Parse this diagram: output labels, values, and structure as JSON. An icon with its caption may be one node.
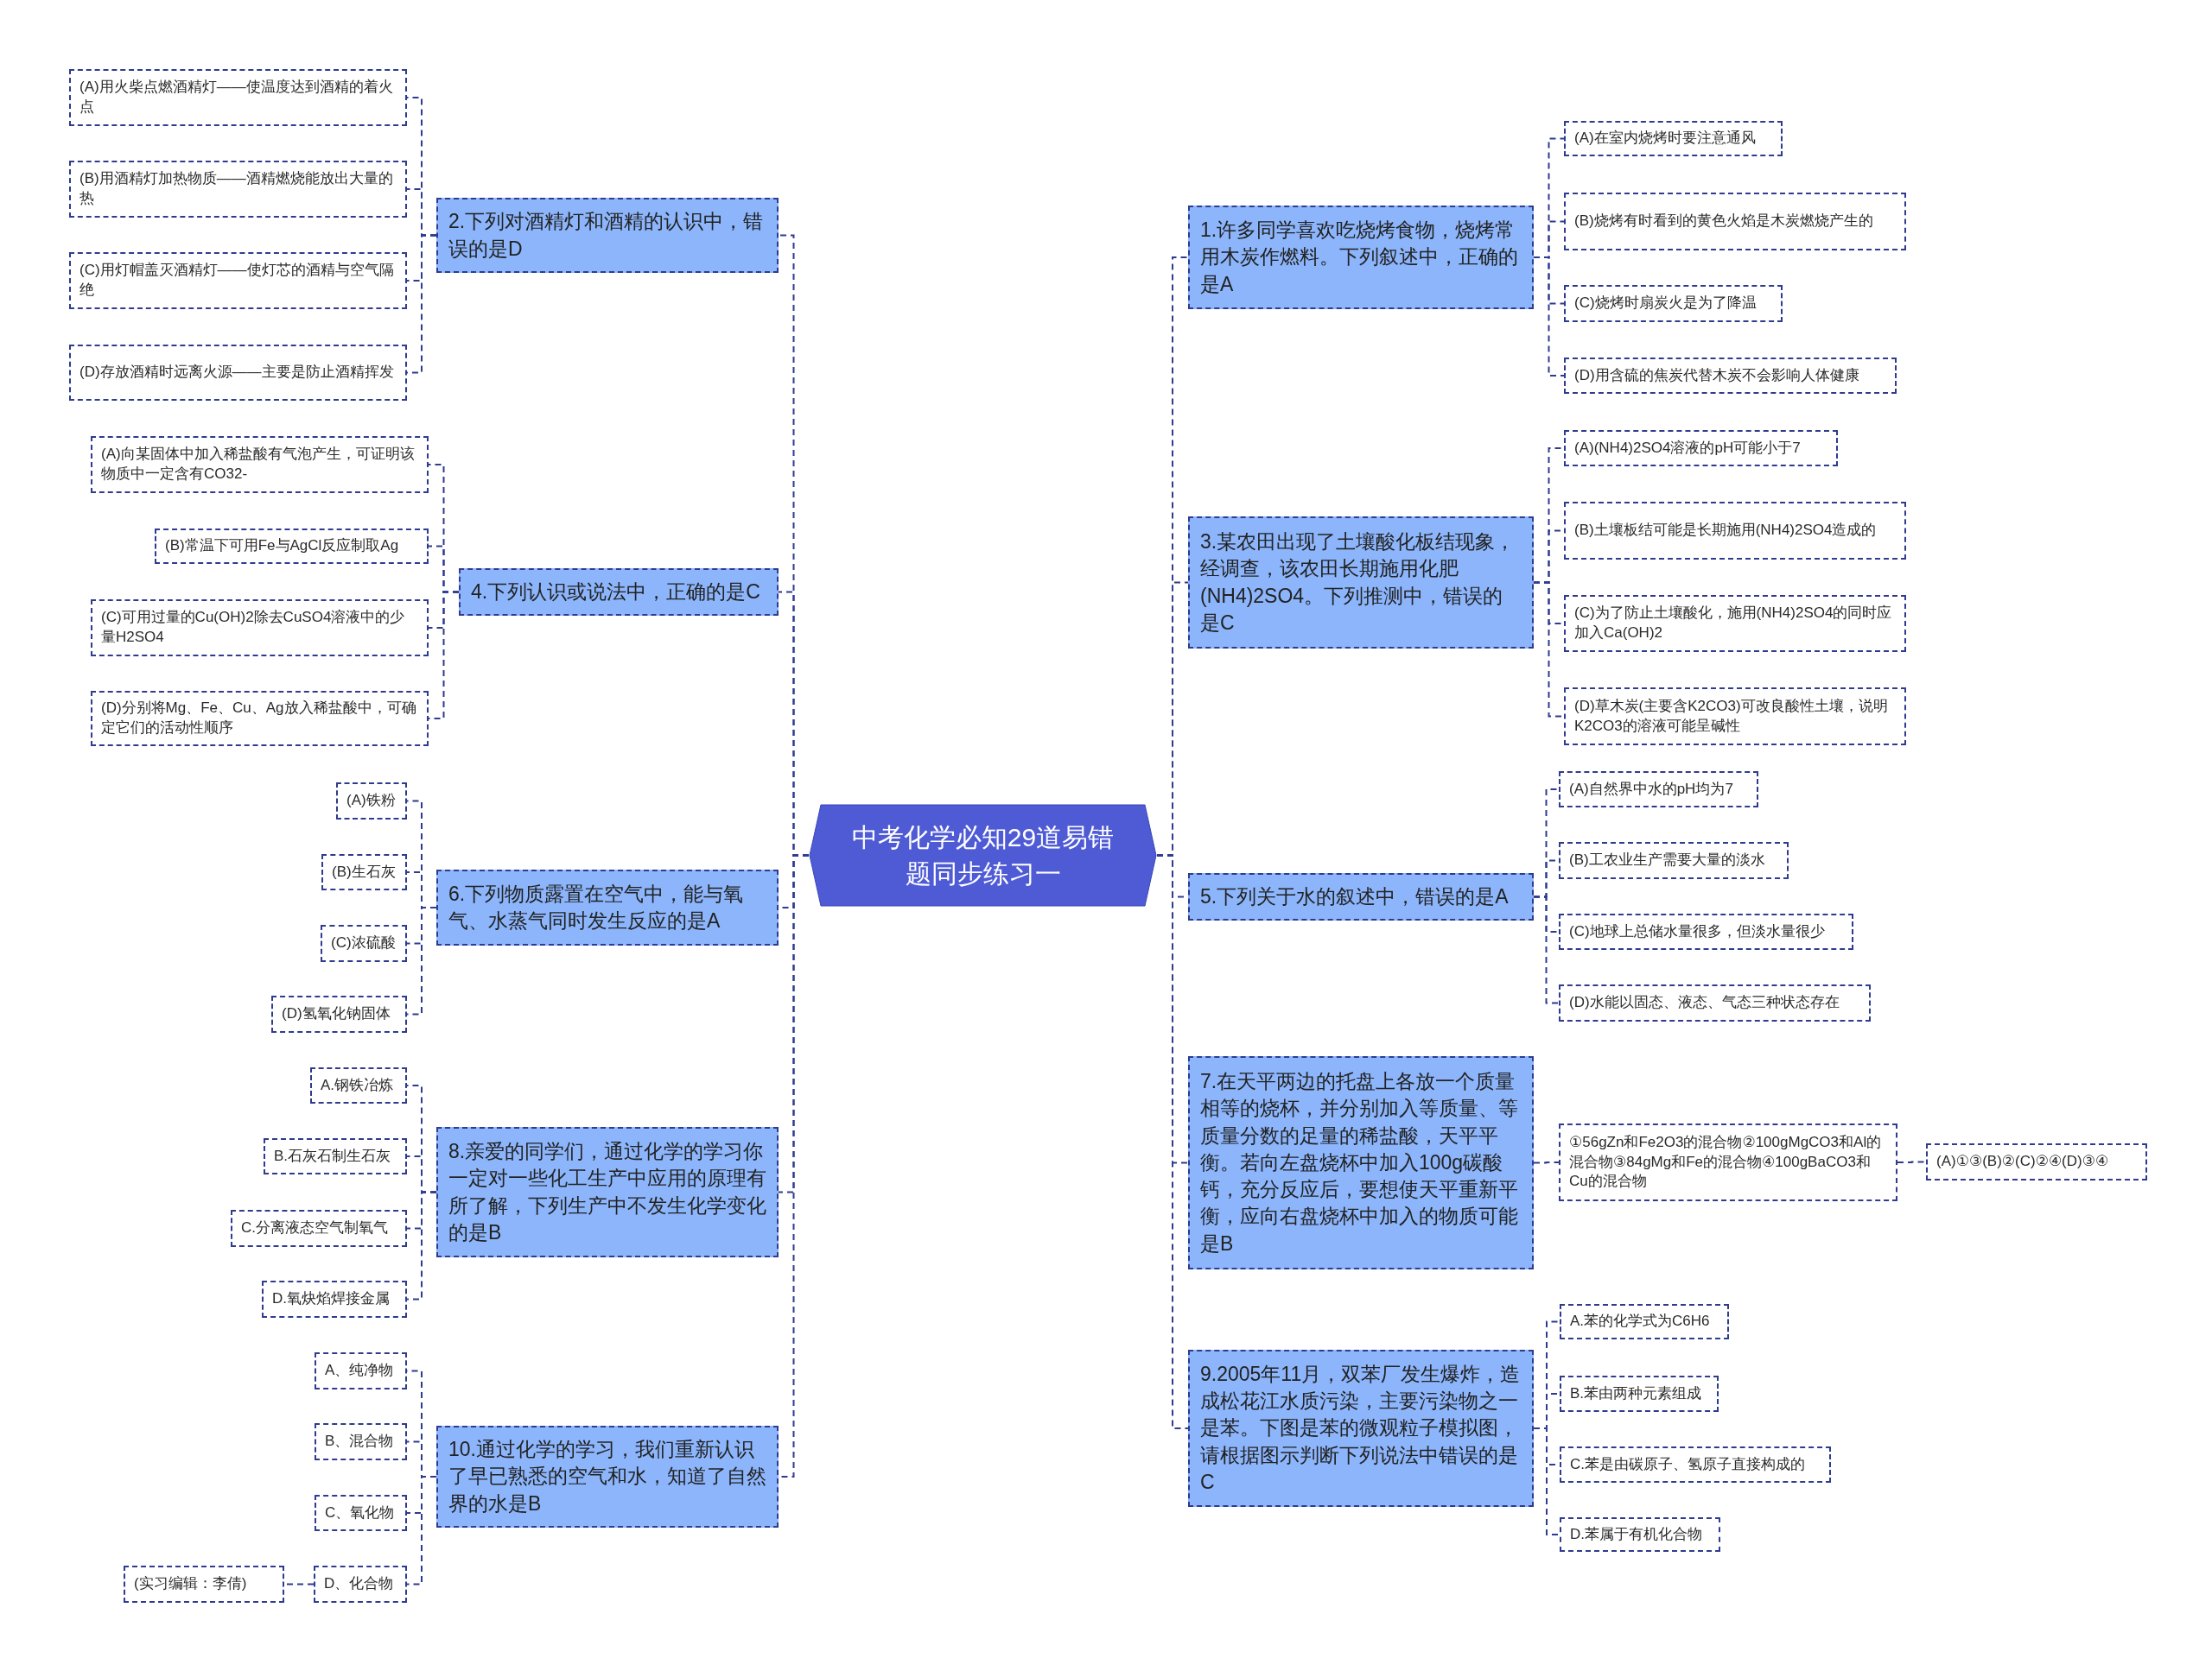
{
  "diagram": {
    "nodes": [
      {
        "text": [
          "中考化学必知29道易错题同步练习一"
        ]
      },
      {
        "text": [
          "1.许多同学喜欢吃烧烤食物，烧烤常用木炭作燃料。下列叙述中，正确的是A"
        ]
      },
      {
        "text": [
          "(A)在室内烧烤时要注意通风"
        ]
      },
      {
        "text": [
          "(B)烧烤有时看到的黄色火焰是木炭燃烧产生的"
        ]
      },
      {
        "text": [
          "(C)烧烤时扇炭火是为了降温"
        ]
      },
      {
        "text": [
          "(D)用含硫的焦炭代替木炭不会影响人体健康"
        ]
      },
      {
        "text": [
          "2.下列对酒精灯和酒精的认识中，错误的是D"
        ]
      },
      {
        "text": [
          "(A)用火柴点燃酒精灯——使温度达到酒精的着火点"
        ]
      },
      {
        "text": [
          "(B)用酒精灯加热物质——酒精燃烧能放出大量的热"
        ]
      },
      {
        "text": [
          "(C)用灯帽盖灭酒精灯——使灯芯的酒精与空气隔绝"
        ]
      },
      {
        "text": [
          "(D)存放酒精时远离火源——主要是防止酒精挥发"
        ]
      },
      {
        "text": [
          "3.某农田出现了土壤酸化板结现象，经调查，该农田长期施用化肥(NH4)2SO4。下列推测中，错误的是C"
        ]
      },
      {
        "text": [
          "(A)(NH4)2SO4溶液的pH可能小于7"
        ]
      },
      {
        "text": [
          "(B)土壤板结可能是长期施用(NH4)2SO4造成的"
        ]
      },
      {
        "text": [
          "(C)为了防止土壤酸化，施用(NH4)2SO4的同时应加入Ca(OH)2"
        ]
      },
      {
        "text": [
          "(D)草木炭(主要含K2CO3)可改良酸性土壤，说明K2CO3的溶液可能呈碱性"
        ]
      },
      {
        "text": [
          "4.下列认识或说法中，正确的是C"
        ]
      },
      {
        "text": [
          "(A)向某固体中加入稀盐酸有气泡产生，可证明该物质中一定含有CO32-"
        ]
      },
      {
        "text": [
          "(B)常温下可用Fe与AgCl反应制取Ag"
        ]
      },
      {
        "text": [
          "(C)可用过量的Cu(OH)2除去CuSO4溶液中的少量H2SO4"
        ]
      },
      {
        "text": [
          "(D)分别将Mg、Fe、Cu、Ag放入稀盐酸中，可确定它们的活动性顺序"
        ]
      },
      {
        "text": [
          "5.下列关于水的叙述中，错误的是A"
        ]
      },
      {
        "text": [
          "(A)自然界中水的pH均为7"
        ]
      },
      {
        "text": [
          "(B)工农业生产需要大量的淡水"
        ]
      },
      {
        "text": [
          "(C)地球上总储水量很多，但淡水量很少"
        ]
      },
      {
        "text": [
          "(D)水能以固态、液态、气态三种状态存在"
        ]
      },
      {
        "text": [
          "6.下列物质露置在空气中，能与氧气、水蒸气同时发生反应的是A"
        ]
      },
      {
        "text": [
          "(A)铁粉"
        ]
      },
      {
        "text": [
          "(B)生石灰"
        ]
      },
      {
        "text": [
          "(C)浓硫酸"
        ]
      },
      {
        "text": [
          "(D)氢氧化钠固体"
        ]
      },
      {
        "text": [
          "7.在天平两边的托盘上各放一个质量相等的烧杯，并分别加入等质量、等质量分数的足量的稀盐酸，天平平衡。若向左盘烧杯中加入100g碳酸钙，充分反应后，要想使天平重新平衡，应向右盘烧杯中加入的物质可能是B"
        ]
      },
      {
        "text": [
          "①56gZn和Fe2O3的混合物②100gMgCO3和Al的混合物③84gMg和Fe的混合物④100gBaCO3和Cu的混合物"
        ]
      },
      {
        "text": [
          "(A)①③(B)②(C)②④(D)③④"
        ]
      },
      {
        "text": [
          "8.亲爱的同学们，通过化学的学习你一定对一些化工生产中应用的原理有所了解，下列生产中不发生化学变化的是B"
        ]
      },
      {
        "text": [
          "A.钢铁冶炼"
        ]
      },
      {
        "text": [
          "B.石灰石制生石灰"
        ]
      },
      {
        "text": [
          "C.分离液态空气制氧气"
        ]
      },
      {
        "text": [
          "D.氧炔焰焊接金属"
        ]
      },
      {
        "text": [
          "9.2005年11月，双苯厂发生爆炸，造成松花江水质污染，主要污染物之一是苯。下图是苯的微观粒子模拟图，请根据图示判断下列说法中错误的是C"
        ]
      },
      {
        "text": [
          "A.苯的化学式为C6H6"
        ]
      },
      {
        "text": [
          "B.苯由两种元素组成"
        ]
      },
      {
        "text": [
          "C.苯是由碳原子、氢原子直接构成的"
        ]
      },
      {
        "text": [
          "D.苯属于有机化合物"
        ]
      },
      {
        "text": [
          "10.通过化学的学习，我们重新认识了早已熟悉的空气和水，知道了自然界的水是B"
        ]
      },
      {
        "text": [
          "A、纯净物"
        ]
      },
      {
        "text": [
          "B、混合物"
        ]
      },
      {
        "text": [
          "C、氧化物"
        ]
      },
      {
        "text": [
          "D、化合物"
        ]
      },
      {
        "text": [
          "(实习编辑：李倩)"
        ]
      }
    ],
    "edges": [
      {
        "from": 0,
        "to": 1,
        "arrow": "none"
      },
      {
        "from": 1,
        "to": 2,
        "arrow": "none"
      },
      {
        "from": 1,
        "to": 3,
        "arrow": "none"
      },
      {
        "from": 1,
        "to": 4,
        "arrow": "none"
      },
      {
        "from": 1,
        "to": 5,
        "arrow": "none"
      },
      {
        "from": 0,
        "to": 6,
        "arrow": "none"
      },
      {
        "from": 6,
        "to": 7,
        "arrow": "none"
      },
      {
        "from": 6,
        "to": 8,
        "arrow": "none"
      },
      {
        "from": 6,
        "to": 9,
        "arrow": "none"
      },
      {
        "from": 6,
        "to": 10,
        "arrow": "none"
      },
      {
        "from": 0,
        "to": 11,
        "arrow": "none"
      },
      {
        "from": 11,
        "to": 12,
        "arrow": "none"
      },
      {
        "from": 11,
        "to": 13,
        "arrow": "none"
      },
      {
        "from": 11,
        "to": 14,
        "arrow": "none"
      },
      {
        "from": 11,
        "to": 15,
        "arrow": "none"
      },
      {
        "from": 0,
        "to": 16,
        "arrow": "none"
      },
      {
        "from": 16,
        "to": 17,
        "arrow": "none"
      },
      {
        "from": 16,
        "to": 18,
        "arrow": "none"
      },
      {
        "from": 16,
        "to": 19,
        "arrow": "none"
      },
      {
        "from": 16,
        "to": 20,
        "arrow": "none"
      },
      {
        "from": 0,
        "to": 21,
        "arrow": "none"
      },
      {
        "from": 21,
        "to": 22,
        "arrow": "none"
      },
      {
        "from": 21,
        "to": 23,
        "arrow": "none"
      },
      {
        "from": 21,
        "to": 24,
        "arrow": "none"
      },
      {
        "from": 21,
        "to": 25,
        "arrow": "none"
      },
      {
        "from": 0,
        "to": 26,
        "arrow": "none"
      },
      {
        "from": 26,
        "to": 27,
        "arrow": "none"
      },
      {
        "from": 26,
        "to": 28,
        "arrow": "none"
      },
      {
        "from": 26,
        "to": 29,
        "arrow": "none"
      },
      {
        "from": 26,
        "to": 30,
        "arrow": "none"
      },
      {
        "from": 0,
        "to": 31,
        "arrow": "none"
      },
      {
        "from": 31,
        "to": 32,
        "arrow": "none"
      },
      {
        "from": 32,
        "to": 33,
        "arrow": "none"
      },
      {
        "from": 0,
        "to": 34,
        "arrow": "none"
      },
      {
        "from": 34,
        "to": 35,
        "arrow": "none"
      },
      {
        "from": 34,
        "to": 36,
        "arrow": "none"
      },
      {
        "from": 34,
        "to": 37,
        "arrow": "none"
      },
      {
        "from": 34,
        "to": 38,
        "arrow": "none"
      },
      {
        "from": 0,
        "to": 39,
        "arrow": "none"
      },
      {
        "from": 39,
        "to": 40,
        "arrow": "none"
      },
      {
        "from": 39,
        "to": 41,
        "arrow": "none"
      },
      {
        "from": 39,
        "to": 42,
        "arrow": "none"
      },
      {
        "from": 39,
        "to": 43,
        "arrow": "none"
      },
      {
        "from": 0,
        "to": 44,
        "arrow": "none"
      },
      {
        "from": 44,
        "to": 45,
        "arrow": "none"
      },
      {
        "from": 44,
        "to": 46,
        "arrow": "none"
      },
      {
        "from": 44,
        "to": 47,
        "arrow": "none"
      },
      {
        "from": 44,
        "to": 48,
        "arrow": "none"
      },
      {
        "from": 48,
        "to": 49,
        "arrow": "none"
      }
    ]
  }
}
